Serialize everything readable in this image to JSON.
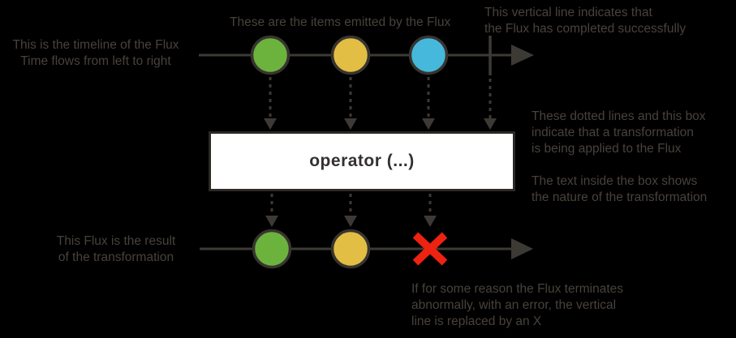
{
  "operator_box": {
    "label": "operator (...)"
  },
  "annotations": {
    "timeline": {
      "lines": [
        "This is the timeline of the Flux",
        "Time flows from left to right"
      ]
    },
    "items": {
      "lines": [
        "These are the items emitted by the Flux"
      ]
    },
    "complete": {
      "lines": [
        "This vertical line indicates that",
        "the Flux has completed successfully"
      ]
    },
    "transform": {
      "lines": [
        "These dotted lines and this box",
        "indicate that a transformation",
        "is being applied to the Flux"
      ]
    },
    "box_text": {
      "lines": [
        "The text inside the box shows",
        "the nature of the transformation"
      ]
    },
    "result": {
      "lines": [
        "This Flux is the result",
        "of the transformation"
      ]
    },
    "error": {
      "lines": [
        "If for some reason the Flux terminates",
        "abnormally, with an error, the vertical",
        "line is replaced by an X"
      ]
    }
  },
  "source_flux": {
    "items": [
      "green",
      "yellow",
      "blue"
    ],
    "terminal": "complete"
  },
  "result_flux": {
    "items": [
      "green",
      "yellow"
    ],
    "terminal": "error"
  },
  "colors": {
    "background": "#000000",
    "line_gray": "#3d3a36",
    "item_green": "#6cb33e",
    "item_yellow": "#e2be44",
    "item_blue": "#45b8dc",
    "error_red": "#ee2211",
    "box_bg": "#ffffff",
    "annotation_text": "#48423b"
  }
}
